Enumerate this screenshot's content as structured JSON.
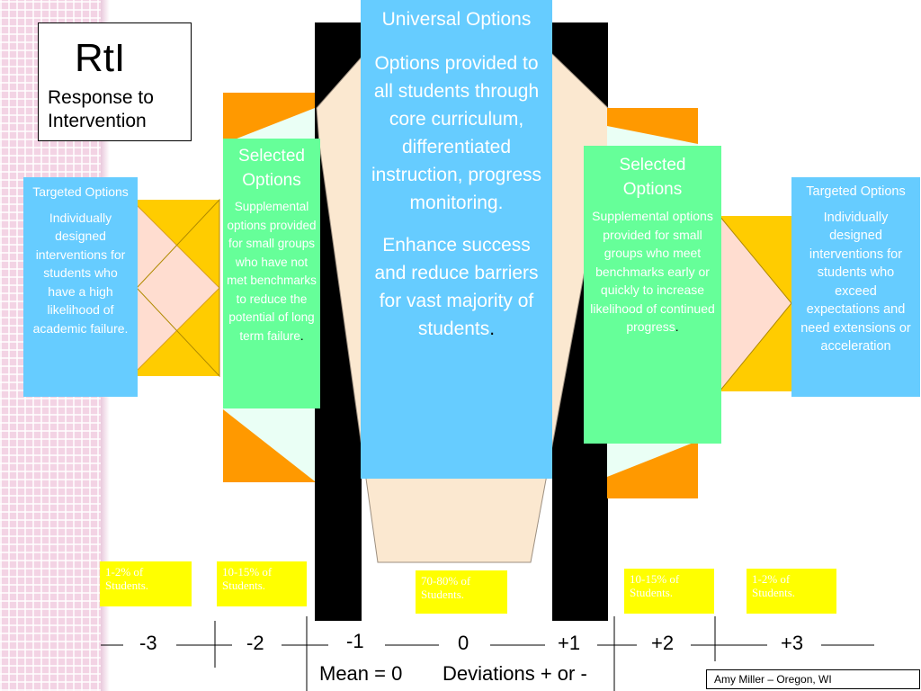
{
  "title": {
    "main": "RtI",
    "sub_line1": "Response to",
    "sub_line2": "Intervention"
  },
  "colors": {
    "universal": "#66ccff",
    "selected": "#66ff99",
    "targeted": "#66ccff",
    "percent_badge": "#ffff00",
    "orange": "#ff9900",
    "gold": "#ffcc00",
    "peach": "#ffddd0",
    "cream": "#fbe8d0"
  },
  "boxes": {
    "targeted_left": {
      "heading": "Targeted Options",
      "body": "Individually designed interventions for students who have a high likelihood of academic failure."
    },
    "selected_left": {
      "heading": "Selected Options",
      "body": "Supplemental options provided for small groups who have not met benchmarks to reduce the potential of long term failure",
      "end": "."
    },
    "universal": {
      "heading": "Universal Options",
      "body1": "Options provided to all students through core curriculum, differentiated instruction, progress monitoring.",
      "body2": "Enhance success and reduce barriers for vast majority of students",
      "end": "."
    },
    "selected_right": {
      "heading": "Selected Options",
      "body": "Supplemental options provided for small groups who meet benchmarks early or quickly to increase likelihood of continued progress",
      "end": "."
    },
    "targeted_right": {
      "heading": "Targeted Options",
      "body": "Individually designed interventions for students who exceed expectations and need extensions or acceleration"
    }
  },
  "percentages": [
    "1-2% of Students.",
    "10-15% of Students.",
    "70-80% of Students.",
    "10-15% of Students.",
    "1-2% of Students."
  ],
  "axis": {
    "ticks": [
      "-3",
      "-2",
      "-1",
      "0",
      "+1",
      "+2",
      "+3"
    ]
  },
  "footer": {
    "mean": "Mean = 0",
    "deviations": "Deviations + or -"
  },
  "credit": "Amy Miller – Oregon, WI"
}
